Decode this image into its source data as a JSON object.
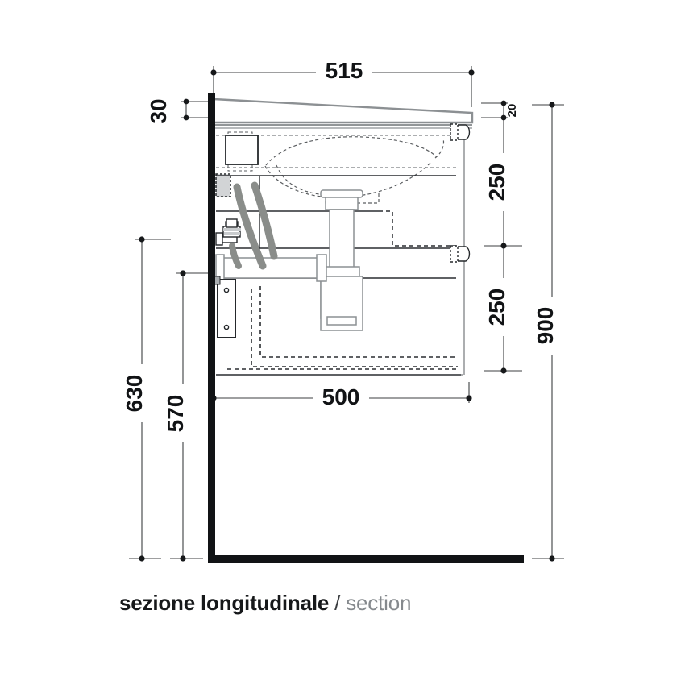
{
  "drawing": {
    "title_bold": "sezione longitudinale",
    "title_separator": " / ",
    "title_light": "section",
    "units": "mm",
    "line_color": "#1a1c1e",
    "wall_color": "#111315",
    "pipe_color": "#8c9093",
    "hose_color": "#8a8d8a",
    "dim_color": "#3c3f42",
    "hidden_color": "#4a4d50"
  },
  "dimensions": {
    "top_width": "515",
    "bottom_width": "500",
    "countertop_thickness": "30",
    "right_top_offset": "20",
    "right_upper": "250",
    "right_lower": "250",
    "total_height": "900",
    "left_outer": "630",
    "left_inner": "570"
  },
  "chart_data": {
    "type": "table",
    "title": "sezione longitudinale / section",
    "categories": [
      "515",
      "500",
      "30",
      "20",
      "250",
      "250",
      "900",
      "630",
      "570"
    ],
    "values": [
      515,
      500,
      30,
      20,
      250,
      250,
      900,
      630,
      570
    ],
    "xlabel": "mm",
    "ylabel": "mm"
  },
  "components": {
    "wall": "wall",
    "floor": "floor",
    "countertop": "countertop-slab",
    "basin": "basin-outline",
    "drain": "drain-assembly",
    "trap": "bottle-trap",
    "waste_pipe": "waste-pipe",
    "angle_valve": "angle-valve",
    "supply_hose": "supply-hose",
    "bracket": "wall-bracket",
    "junction_box": "junction-box",
    "drawer_upper": "upper-drawer",
    "drawer_lower": "lower-drawer",
    "handle_upper": "upper-handle",
    "handle_lower": "lower-handle"
  }
}
